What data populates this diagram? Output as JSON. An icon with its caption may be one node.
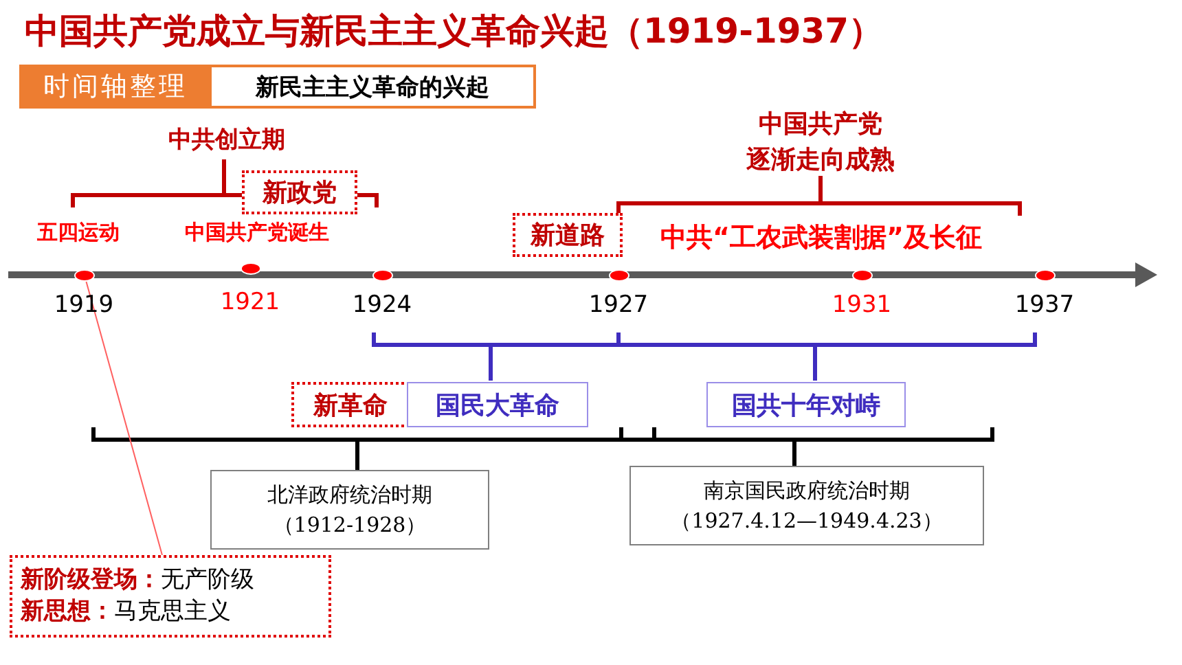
{
  "diagram": {
    "title": "中国共产党成立与新民主主义革命兴起（1919-1937）",
    "nodes": [
      {
        "text": [
          "时间轴整理"
        ]
      },
      {
        "text": [
          "新民主主义革命的兴起"
        ]
      },
      {
        "text": [
          "新政党"
        ]
      },
      {
        "text": [
          "新道路"
        ]
      },
      {
        "text": [],
        "shape": "circle"
      },
      {
        "text": [],
        "shape": "circle"
      },
      {
        "text": [],
        "shape": "circle"
      },
      {
        "text": [],
        "shape": "circle"
      },
      {
        "text": [],
        "shape": "circle"
      },
      {
        "text": [],
        "shape": "circle"
      },
      {
        "text": [
          "新革命"
        ]
      },
      {
        "text": [
          "国民大革命"
        ]
      },
      {
        "text": [
          "国共十年对峙"
        ]
      },
      {
        "text": [
          "北洋政府统治时期",
          "（1912-1928）"
        ]
      },
      {
        "text": [
          "南京国民政府统治时期",
          "（1927.4.12—1949.4.23）"
        ]
      },
      {
        "text": [
          "**新阶级登场：**无产阶级",
          "**新思想：**马克思主义"
        ]
      }
    ],
    "edges": [
      {
        "from": 15,
        "to": 4,
        "arrow": "none"
      }
    ],
    "labels": [
      "中共创立期",
      "中国共产党",
      "逐渐走向成熟",
      "五四运动",
      "中国共产党诞生",
      "中共“工农武装割据”及长征",
      "1919",
      "1921",
      "1924",
      "1927",
      "1931",
      "1937"
    ]
  }
}
